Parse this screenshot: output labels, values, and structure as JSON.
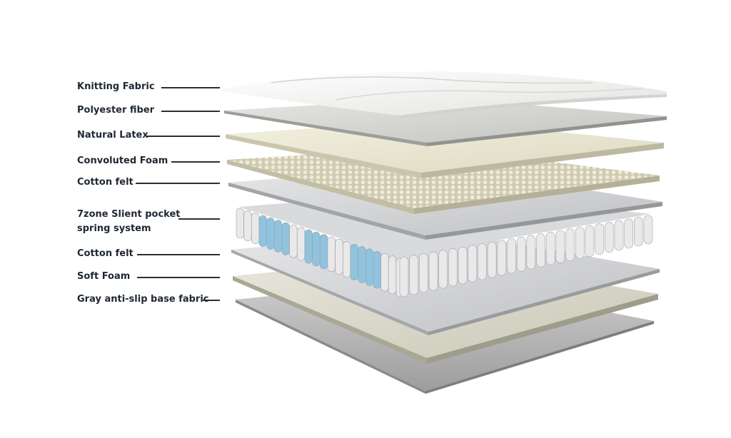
{
  "layers": [
    {
      "label": "Knitting Fabric"
    },
    {
      "label": "Polyester fiber"
    },
    {
      "label": "Natural Latex"
    },
    {
      "label": "Convoluted Foam"
    },
    {
      "label": "Cotton felt"
    },
    {
      "label_line1": "7zone Slient pocket",
      "label_line2": "spring system"
    },
    {
      "label": "Cotton felt"
    },
    {
      "label": "Soft Foam"
    },
    {
      "label": "Gray anti-slip base fabric"
    }
  ],
  "colors": {
    "text": "#1f2733",
    "leader": "#2a2f36",
    "fabric": "#f4f4f2",
    "fiber": "#d9d9d6",
    "latex": "#ecead8",
    "foam": "#e2e0cc",
    "felt": "#d5d6d8",
    "spring_white": "#e9e9ea",
    "spring_blue": "#8fc3de",
    "soft_foam": "#dddcd0",
    "base": "#b8b8b8"
  }
}
